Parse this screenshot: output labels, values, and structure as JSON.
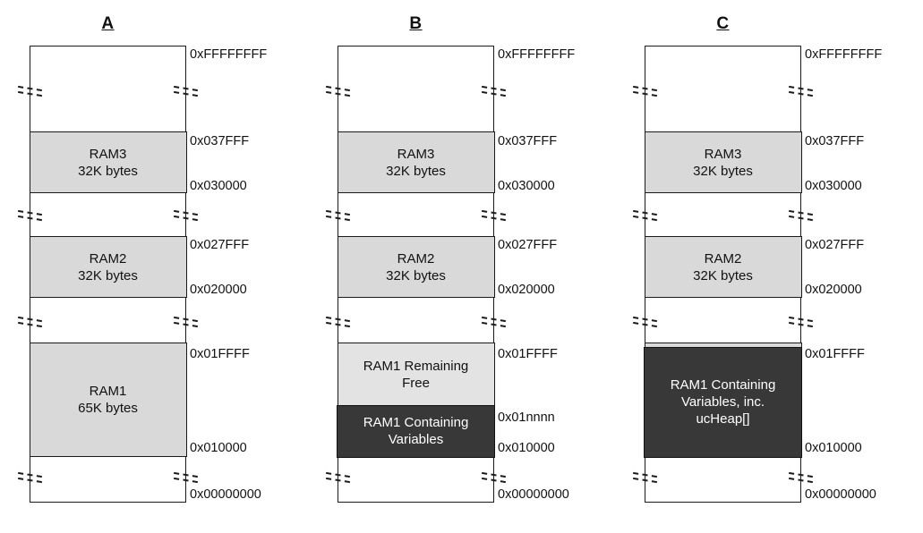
{
  "figure": {
    "type": "memory-map-diagram",
    "colors": {
      "region_fill": "#d9d9d9",
      "free_region_fill": "#e3e3e3",
      "dark_region_fill": "#383838",
      "dark_region_text": "#ffffff",
      "border": "#1a1a1a"
    }
  },
  "diagrams": [
    {
      "title": "A",
      "regions": {
        "ram3": "RAM3\n32K bytes",
        "ram2": "RAM2\n32K bytes",
        "ram1": "RAM1\n65K bytes"
      },
      "addresses": {
        "top": "0xFFFFFFFF",
        "ram3_top": "0x037FFF",
        "ram3_bottom": "0x030000",
        "ram2_top": "0x027FFF",
        "ram2_bottom": "0x020000",
        "ram1_top": "0x01FFFF",
        "ram1_bottom": "0x010000",
        "bottom": "0x00000000"
      }
    },
    {
      "title": "B",
      "regions": {
        "ram3": "RAM3\n32K bytes",
        "ram2": "RAM2\n32K bytes",
        "ram1_free": "RAM1 Remaining\nFree",
        "ram1_vars": "RAM1 Containing\nVariables"
      },
      "addresses": {
        "top": "0xFFFFFFFF",
        "ram3_top": "0x037FFF",
        "ram3_bottom": "0x030000",
        "ram2_top": "0x027FFF",
        "ram2_bottom": "0x020000",
        "ram1_top": "0x01FFFF",
        "ram1_vars_top": "0x01nnnn",
        "ram1_bottom": "0x010000",
        "bottom": "0x00000000"
      }
    },
    {
      "title": "C",
      "regions": {
        "ram3": "RAM3\n32K bytes",
        "ram2": "RAM2\n32K bytes",
        "ram1_vars": "RAM1 Containing\nVariables, inc.\nucHeap[]"
      },
      "addresses": {
        "top": "0xFFFFFFFF",
        "ram3_top": "0x037FFF",
        "ram3_bottom": "0x030000",
        "ram2_top": "0x027FFF",
        "ram2_bottom": "0x020000",
        "ram1_top": "0x01FFFF",
        "ram1_bottom": "0x010000",
        "bottom": "0x00000000"
      }
    }
  ]
}
